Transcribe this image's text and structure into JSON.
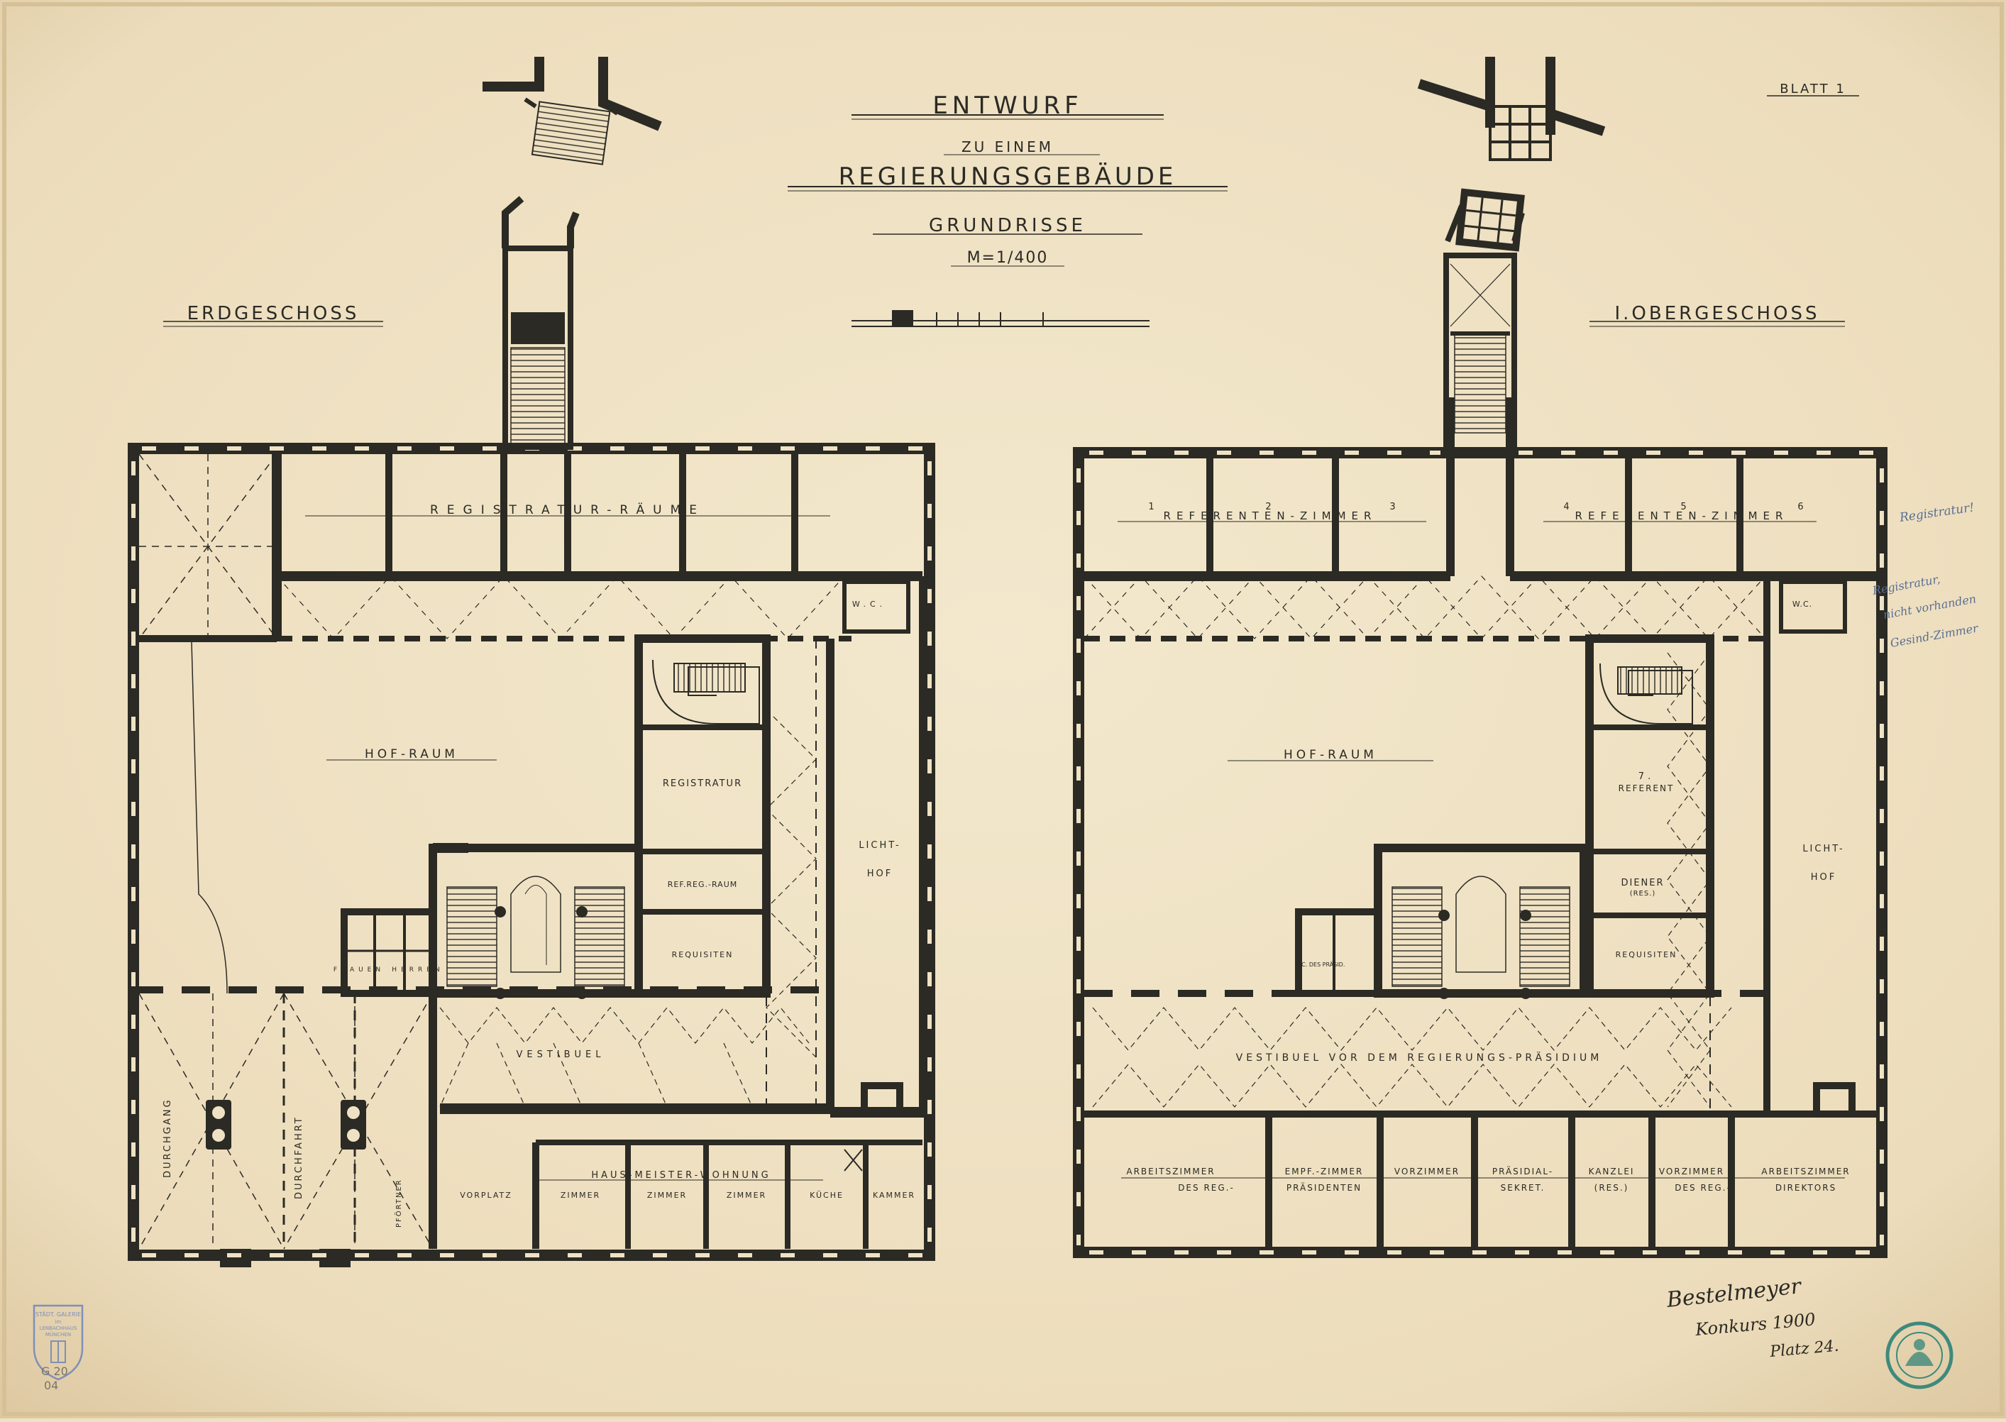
{
  "colors": {
    "paper": "#efe2c4",
    "paper_edge": "#e4d2ad",
    "ink": "#2b2a24",
    "pencil": "#8a8578",
    "blue_note": "#5a6f93",
    "stamp_green": "#3e8a7c",
    "stamp_blue": "#7f8fb8"
  },
  "sheet": {
    "sheet_number": "BLATT 1"
  },
  "title_block": {
    "title_1": "ENTWURF",
    "title_2": "ZU EINEM",
    "title_3": "REGIERUNGSGEBÄUDE",
    "title_4": "GRUNDRISSE",
    "scale": "M=1/400"
  },
  "plans": {
    "ground": {
      "heading": "ERDGESCHOSS",
      "rooms": {
        "north_wing": "REGISTRATUR-RÄUME",
        "courtyard": "HOF-RAUM",
        "registratur": "REGISTRATUR",
        "ref_reg_raum": "REF.REG.-RAUM",
        "requisiten": "REQUISITEN",
        "light_court_1": "LICHT-",
        "light_court_2": "HOF",
        "vestibule": "VESTIBUEL",
        "passage": "DURCHGANG",
        "drive": "DURCHFAHRT",
        "porter": "PFÖRTNER",
        "wc": "W.C.",
        "toilets_1": "FRAUEN",
        "toilets_2": "HERREN",
        "south_header": "HAUS-MEISTER-WOHNUNG",
        "south_rooms": [
          "VORPLATZ",
          "ZIMMER",
          "ZIMMER",
          "ZIMMER",
          "KÜCHE",
          "KAMMER"
        ]
      }
    },
    "upper": {
      "heading": "I.OBERGESCHOSS",
      "rooms": {
        "north_left": "REFERENTEN-ZIMMER",
        "north_right": "REFERENTEN-ZIMMER",
        "numbers": [
          "1",
          "2",
          "3",
          "4",
          "5",
          "6"
        ],
        "courtyard": "HOF-RAUM",
        "referent_no": "7.",
        "referent": "REFERENT",
        "diener": "DIENER",
        "diener_sub": "(RES.)",
        "requisiten": "REQUISITEN",
        "light_court_1": "LICHT-",
        "light_court_2": "HOF",
        "wc": "W.C.",
        "wc_pres": "W.C. DES PRÄSID.",
        "vestibule": "VESTIBUEL VOR DEM REGIERUNGS-PRÄSIDIUM",
        "south_top": [
          "ARBEITSZIMMER",
          "EMPF.-ZIMMER",
          "VORZIMMER",
          "PRÄSIDIAL-",
          "KANZLEI",
          "VORZIMMER",
          "ARBEITSZIMMER"
        ],
        "south_bottom": [
          "DES REG.-",
          "PRÄSIDENTEN",
          "",
          "SEKRET.",
          "(RES.)",
          "DES REG.-",
          "DIREKTORS"
        ]
      }
    }
  },
  "handwriting": {
    "margin_note_1": "Registratur!",
    "margin_note_2": "Registratur,",
    "margin_note_3": "nicht vorhanden",
    "margin_note_4": "Gesind-Zimmer",
    "signature": "Bestelmeyer",
    "competition": "Konkurs 1900",
    "place": "Platz 24."
  },
  "stamp": {
    "line_1": "STÄDT. GALERIE",
    "line_2": "im",
    "line_3": "LENBACHHAUS",
    "line_4": "MÜNCHEN"
  },
  "inventory": {
    "line_1": "G 20",
    "line_2": "04"
  }
}
